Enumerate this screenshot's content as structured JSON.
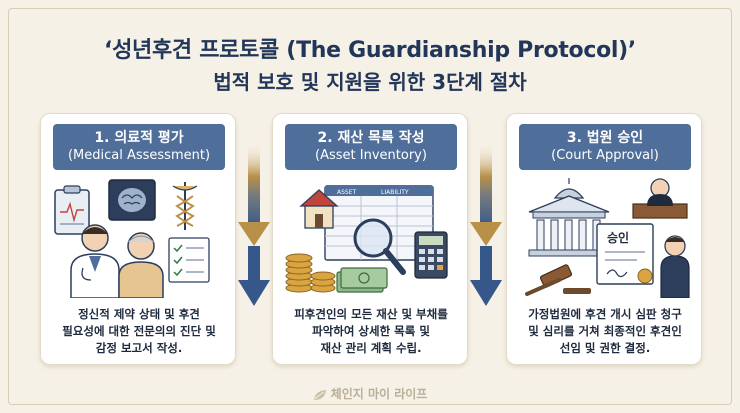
{
  "header": {
    "title": "‘성년후견 프로토콜 (The Guardianship Protocol)’",
    "subtitle": "법적 보호 및 지원을 위한 3단계 절차"
  },
  "steps": [
    {
      "title": "1. 의료적 평가",
      "subtitle": "(Medical Assessment)",
      "description": [
        "정신적 제약 상태 및 후견",
        "필요성에 대한 전문의의 진단 및",
        "감정 보고서 작성."
      ]
    },
    {
      "title": "2. 재산 목록 작성",
      "subtitle": "(Asset Inventory)",
      "description": [
        "피후견인의 모든 재산 및 부채를",
        "파악하여 상세한 목록 및",
        "재산 관리 계획 수립."
      ],
      "illus_labels": {
        "sheet1": "ASSET",
        "sheet2": "LIABILITY"
      }
    },
    {
      "title": "3. 법원 승인",
      "subtitle": "(Court Approval)",
      "description": [
        "가정법원에 후견 개시 심판 청구",
        "및 심리를 거쳐 최종적인 후견인",
        "선임 및 권한 결정."
      ],
      "illus_labels": {
        "document": "승인"
      }
    }
  ],
  "footer": {
    "brand": "체인지 마이 라이프"
  },
  "colors": {
    "navy": "#223659",
    "card_header": "#4f6f9a",
    "arrow_gold": "#b89048",
    "arrow_blue": "#35578a",
    "background": "#f6f1e6"
  }
}
